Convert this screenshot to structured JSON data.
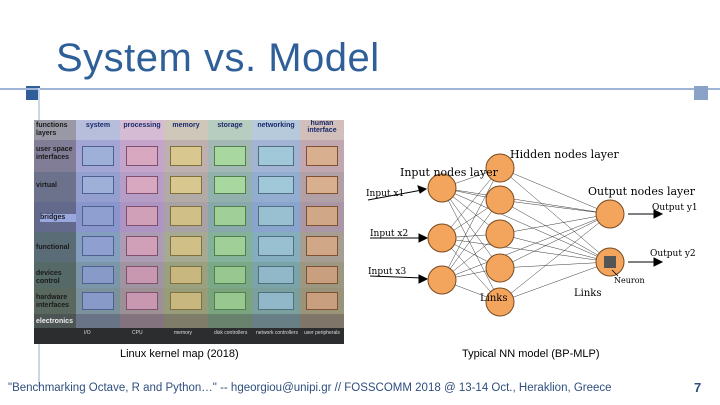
{
  "slide": {
    "title": "System vs. Model",
    "page_number": "7",
    "footer": "\"Benchmarking Octave, R and Python…\" -- hgeorgiou@unipi.gr  //  FOSSCOMM 2018 @ 13-14 Oct., Heraklion, Greece",
    "accent_color": "#2f5f98"
  },
  "kernel_map": {
    "caption": "Linux kernel map (2018)",
    "row_labels": [
      "functions layers",
      "user space interfaces",
      "virtual",
      "bridges",
      "functional",
      "devices control",
      "hardware interfaces",
      "electronics"
    ],
    "column_headers": [
      "system",
      "processing",
      "memory",
      "storage",
      "networking",
      "human interface"
    ],
    "bottom_labels": [
      "I/O",
      "CPU",
      "memory",
      "disk controllers",
      "network controllers",
      "user peripherals"
    ]
  },
  "nn_model": {
    "caption": "Typical NN model (BP-MLP)",
    "hidden_layer_label": "Hidden nodes layer",
    "input_layer_label": "Input nodes layer",
    "output_layer_label": "Output nodes layer",
    "inputs": [
      "Input x1",
      "Input x2",
      "Input x3"
    ],
    "outputs": [
      "Output y1",
      "Output y2"
    ],
    "links_left": "Links",
    "links_right": "Links",
    "neuron_label": "Neuron"
  }
}
